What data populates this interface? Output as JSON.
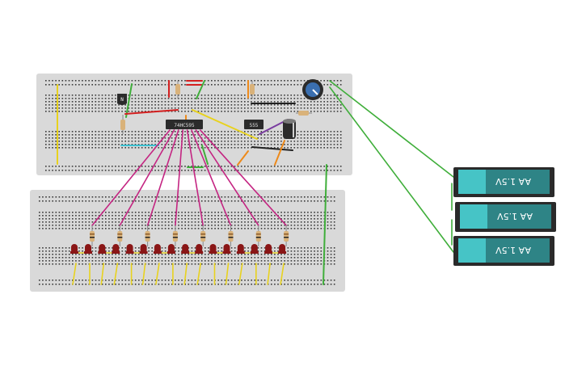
{
  "canvas": {
    "background": "#ffffff"
  },
  "colors": {
    "board": "#d9d9d9",
    "hole": "#3a3a3a",
    "rail_red": "#e0a0a0",
    "rail_blue": "#a0a8d8",
    "wire_magenta": "#c42582",
    "wire_green": "#3fae3a",
    "wire_yellow": "#e8d21e",
    "wire_red": "#d42020",
    "wire_orange": "#ee8a1a",
    "wire_cyan": "#3cc0d0",
    "wire_purple": "#7a3ca0",
    "wire_black": "#222222",
    "led": "#8a1616",
    "chip": "#2b2b2b",
    "battery_body": "#2e8486",
    "battery_cap": "#46c4c6",
    "battery_holder": "#2a2a2a",
    "pot_knob": "#3a6fb0"
  },
  "chips": [
    {
      "name": "shift-register-chip",
      "label": "74HC595"
    },
    {
      "name": "timer-555-chip",
      "label": "555"
    }
  ],
  "transistor": {
    "label": "N"
  },
  "batteries": [
    {
      "label": "AA 1.5V"
    },
    {
      "label": "AA 1.5V"
    },
    {
      "label": "AA 1.5V"
    }
  ],
  "led_count": 16,
  "icons": {
    "potentiometer": "potentiometer-icon",
    "capacitor": "electrolytic-capacitor-icon",
    "resistor": "resistor-icon",
    "led": "led-icon",
    "battery": "battery-icon"
  }
}
